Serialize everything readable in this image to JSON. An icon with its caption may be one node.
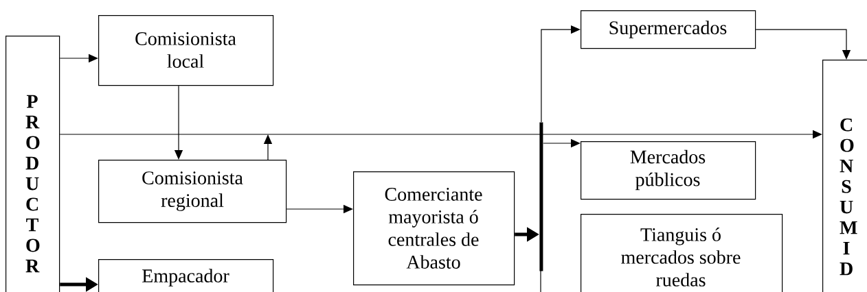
{
  "diagram": {
    "nodes": [
      {
        "text": [
          "P R O D U C T O R"
        ]
      },
      {
        "text": [
          "Comisionista local"
        ]
      },
      {
        "text": [
          "Comisionista regional"
        ]
      },
      {
        "text": [
          "Empacador"
        ]
      },
      {
        "text": [
          "Comerciante mayorista ó centrales de Abasto"
        ]
      },
      {
        "text": [
          "Supermercados"
        ]
      },
      {
        "text": [
          "Mercados públicos"
        ]
      },
      {
        "text": [
          "Tianguis ó mercados sobre ruedas"
        ]
      },
      {
        "text": [
          "C O N S U M I D"
        ]
      },
      {
        "text": [],
        "shape": "bar"
      }
    ],
    "edges": [
      {
        "from": 0,
        "to": 1,
        "arrow": "to"
      },
      {
        "from": 0,
        "to": 8,
        "arrow": "to"
      },
      {
        "from": 0,
        "to": 3,
        "arrow": "to",
        "style": "thick"
      },
      {
        "from": 1,
        "to": 2,
        "arrow": "to"
      },
      {
        "from": 2,
        "to": 4,
        "arrow": "to"
      },
      {
        "from": 4,
        "to": 9,
        "arrow": "to",
        "style": "thick"
      },
      {
        "from": 9,
        "to": 5,
        "arrow": "to"
      },
      {
        "from": 9,
        "to": 6,
        "arrow": "to"
      },
      {
        "from": 5,
        "to": 8,
        "arrow": "to"
      },
      {
        "from": 2,
        "to": null,
        "arrow": "to"
      }
    ]
  }
}
